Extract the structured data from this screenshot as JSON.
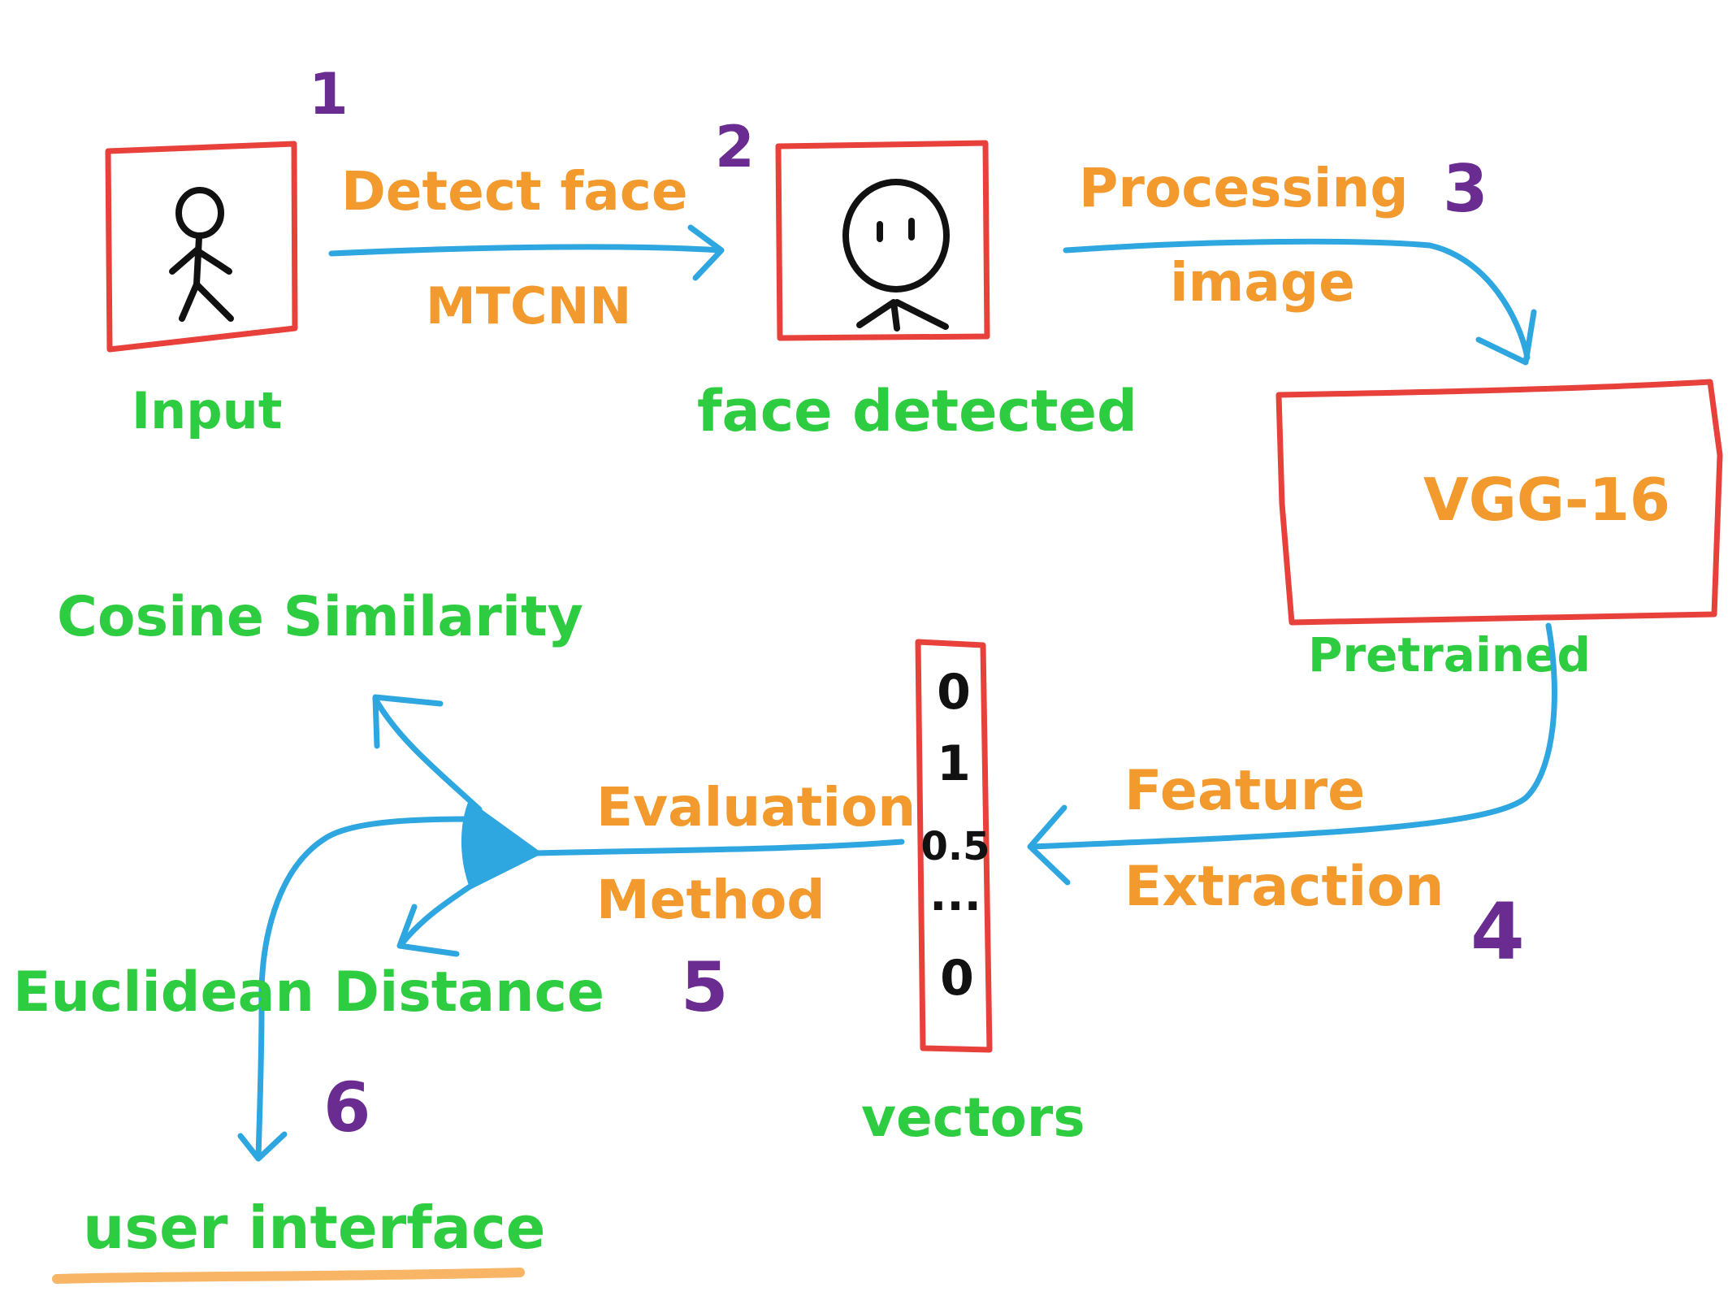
{
  "steps": [
    "1",
    "2",
    "3",
    "4",
    "5",
    "6"
  ],
  "labels": {
    "input": "Input",
    "detect_face": "Detect face",
    "mtcnn": "MTCNN",
    "face_detected": "face detected",
    "processing": "Processing",
    "image": "image",
    "vgg16": "VGG-16",
    "pretrained": "Pretrained",
    "feature": "Feature",
    "extraction": "Extraction",
    "vectors": "vectors",
    "evaluation": "Evaluation",
    "method": "Method",
    "cosine_similarity": "Cosine Similarity",
    "euclidean_distance": "Euclidean Distance",
    "user_interface": "user interface"
  },
  "vector_values": [
    "0",
    "1",
    "0.5",
    "...",
    "0"
  ],
  "colors": {
    "box": "#e8403a",
    "arrow": "#2ea6e0",
    "orange_text": "#f29a2e",
    "green_text": "#2ecc40",
    "step_number": "#6a2c91"
  }
}
